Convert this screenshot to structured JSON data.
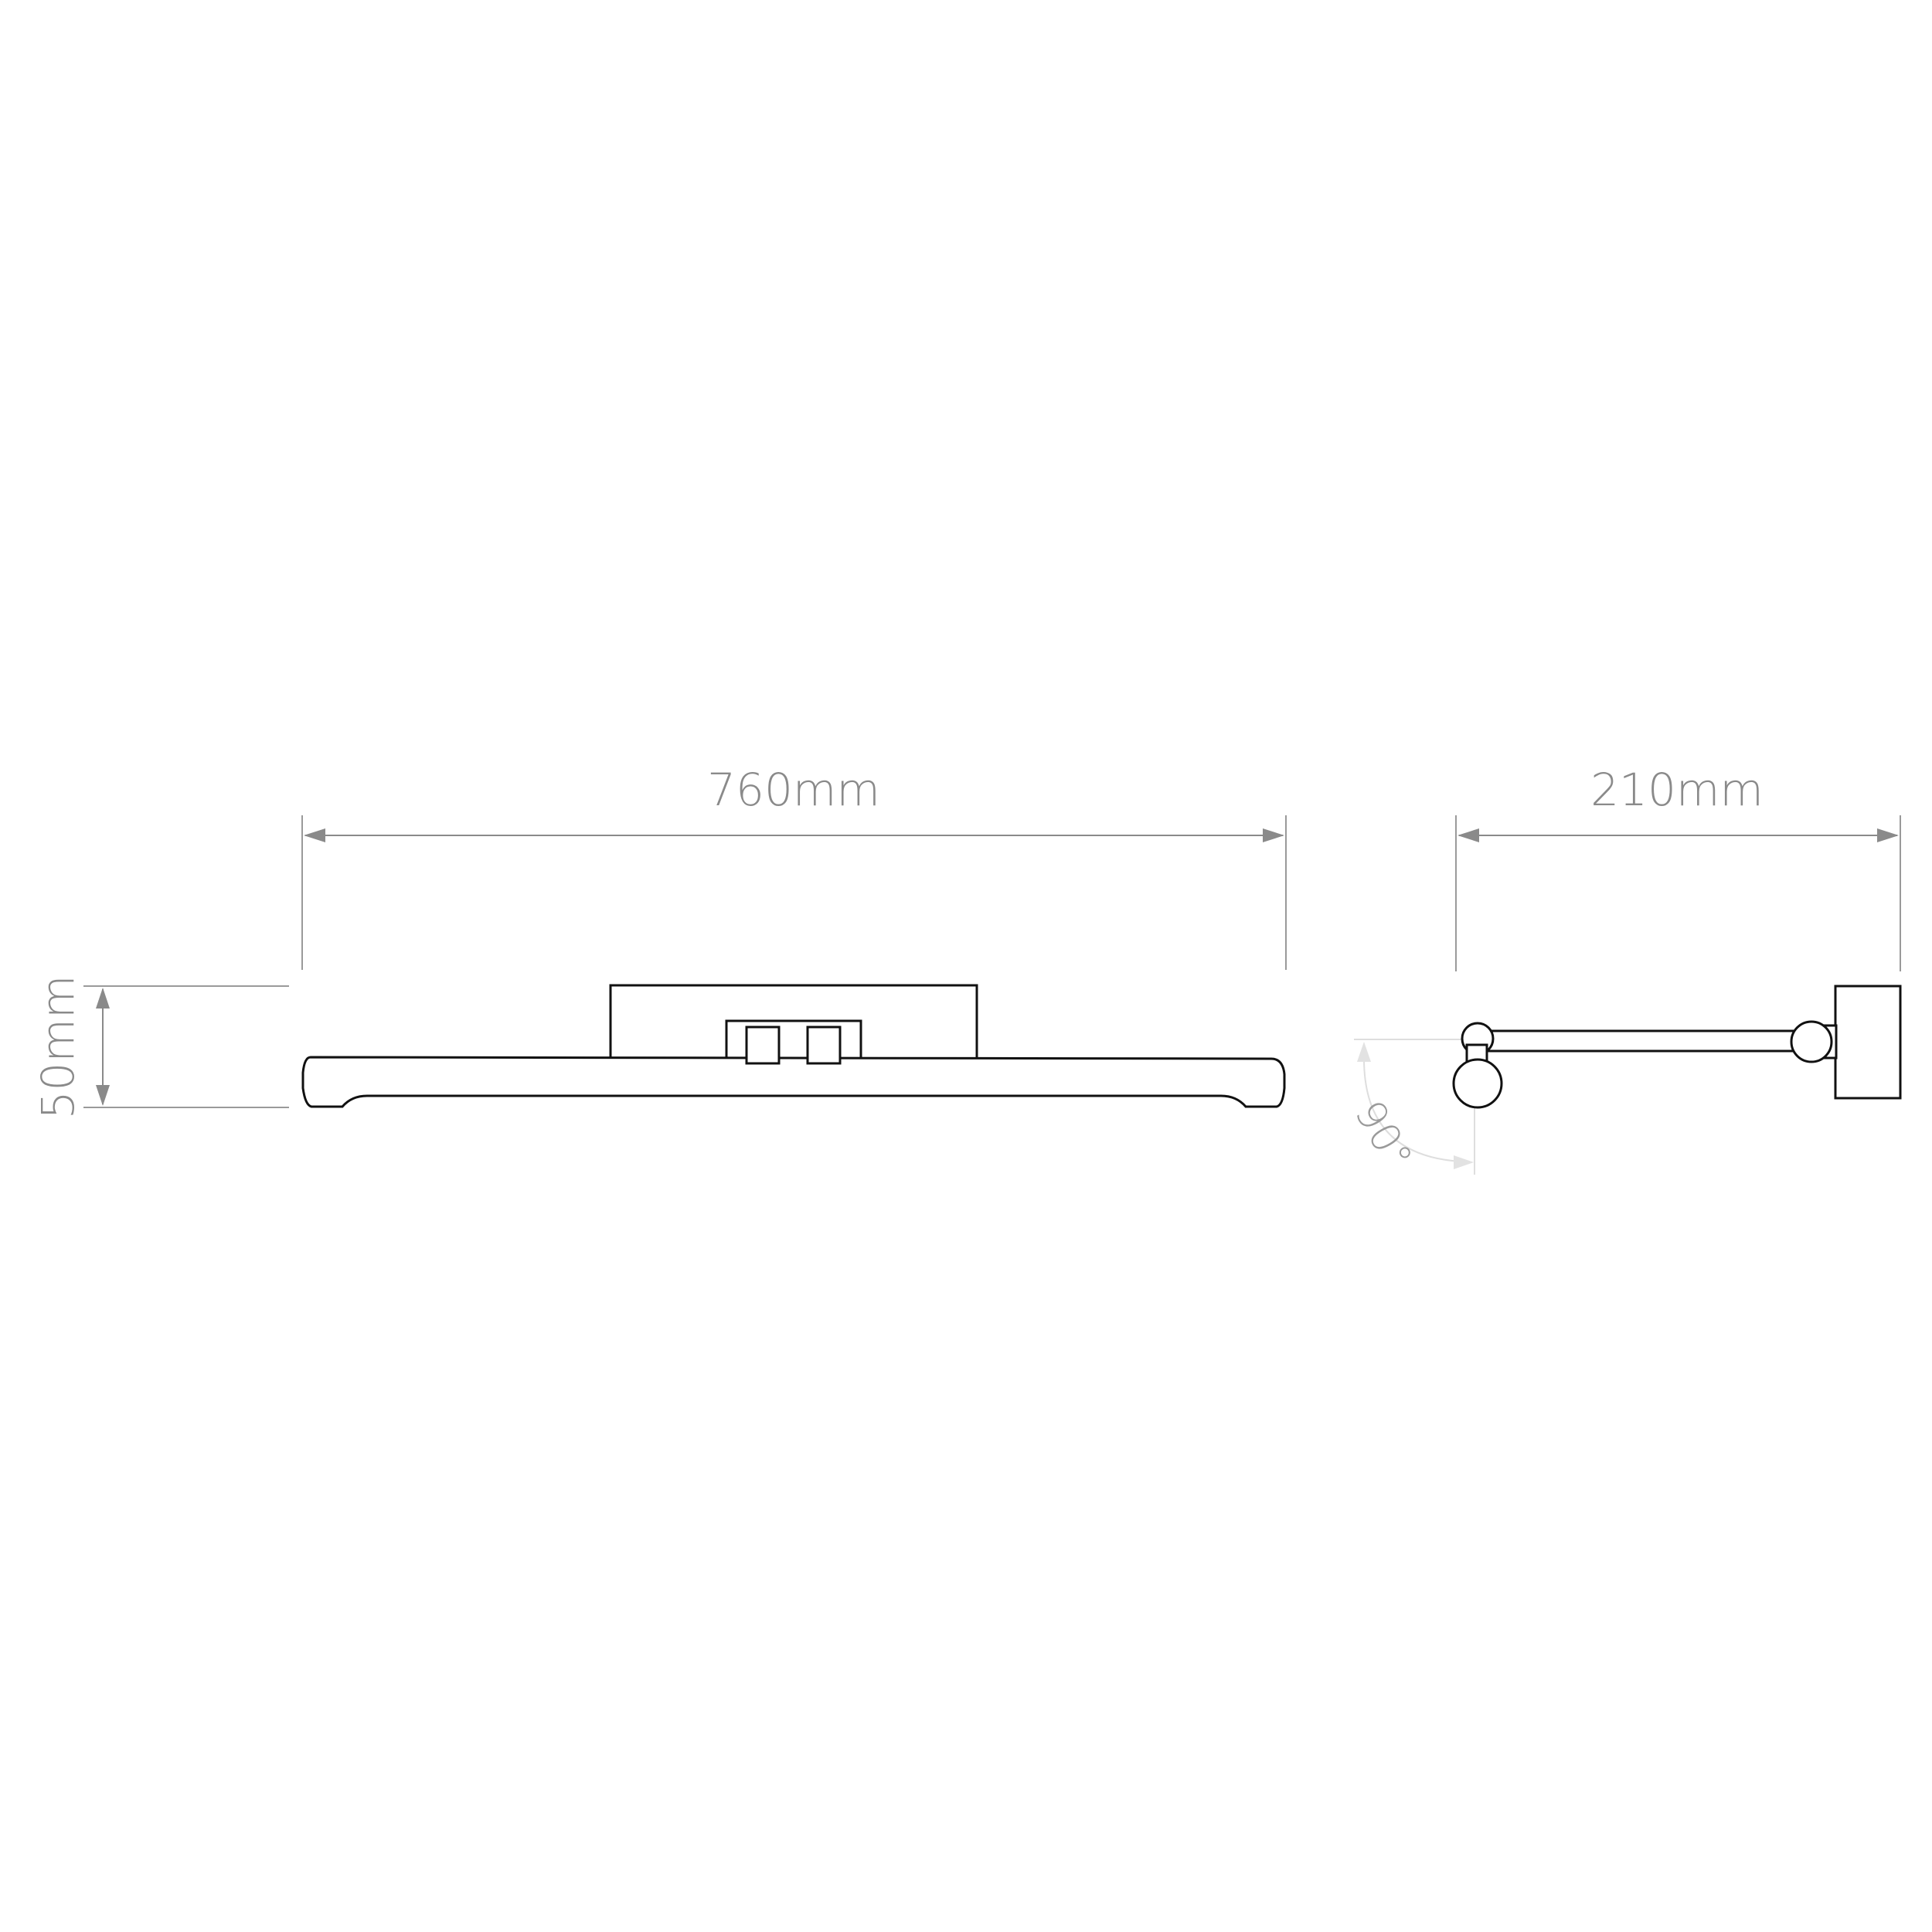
{
  "dimensions": {
    "width_label": "760mm",
    "depth_label": "210mm",
    "height_label": "50mm",
    "angle_label": "90°"
  },
  "colors": {
    "outline": "#111111",
    "dimension": "#8a8a8a",
    "rotation_guide": "#dedede"
  }
}
